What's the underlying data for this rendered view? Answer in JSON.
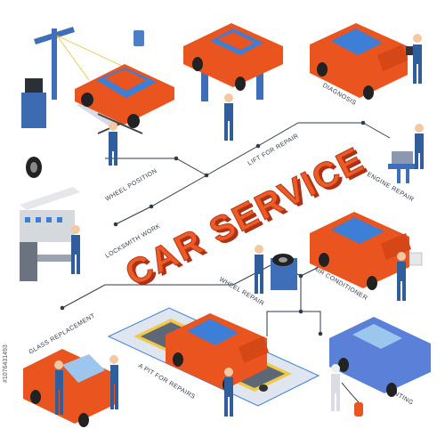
{
  "title": "CAR SERVICE",
  "labels": {
    "wheel_position": "WHEEL POSITION",
    "lift_for_repair": "LIFT FOR REPAIR",
    "diagnosis": "DIAGNOSIS",
    "engine_repair": "ENGINE REPAIR",
    "locksmith_work": "LOCKSMITH WORK",
    "wheel_repair": "WHEEL REPAIR",
    "air_conditioner": "AIR CONDITIONER",
    "glass_replacement": "GLASS REPLACEMENT",
    "a_pit_for_repairs": "A PIT FOR REPAIRS",
    "painting": "PAINTING"
  },
  "watermark_id": "#1076431493",
  "colors": {
    "car_body": "#e9541f",
    "car_glass": "#3d7fd6",
    "painted_car": "#5b80d8",
    "worker_uniform": "#2f5e9b",
    "connector": "#2f3a4a"
  }
}
